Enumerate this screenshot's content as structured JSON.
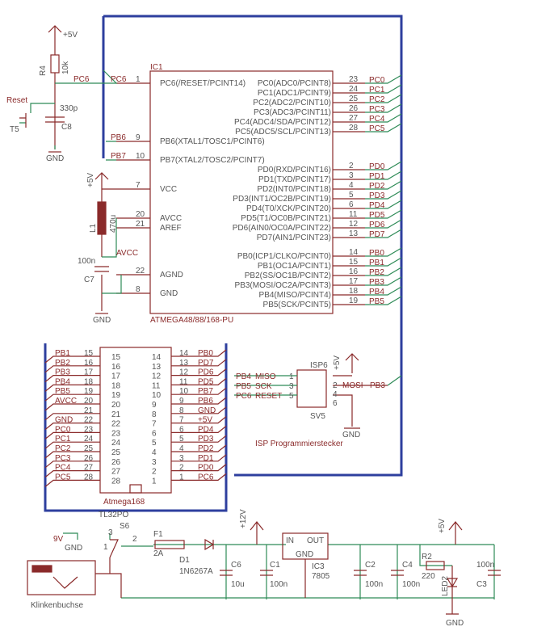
{
  "ic1": {
    "ref": "IC1",
    "part": "ATMEGA48/88/168-PU",
    "left_pins": [
      {
        "num": "1",
        "name": "PC6(/RESET/PCINT14)"
      },
      {
        "num": "9",
        "name": "PB6(XTAL1/TOSC1/PCINT6)"
      },
      {
        "num": "10",
        "name": "PB7(XTAL2/TOSC2/PCINT7)"
      },
      {
        "num": "7",
        "name": "VCC"
      },
      {
        "num": "20",
        "name": "AVCC"
      },
      {
        "num": "21",
        "name": "AREF"
      },
      {
        "num": "22",
        "name": "AGND"
      },
      {
        "num": "8",
        "name": "GND"
      }
    ],
    "right_pins": [
      {
        "num": "23",
        "name": "PC0(ADC0/PCINT8)",
        "net": "PC0"
      },
      {
        "num": "24",
        "name": "PC1(ADC1/PCINT9)",
        "net": "PC1"
      },
      {
        "num": "25",
        "name": "PC2(ADC2/PCINT10)",
        "net": "PC2"
      },
      {
        "num": "26",
        "name": "PC3(ADC3/PCINT11)",
        "net": "PC3"
      },
      {
        "num": "27",
        "name": "PC4(ADC4/SDA/PCINT12)",
        "net": "PC4"
      },
      {
        "num": "28",
        "name": "PC5(ADC5/SCL/PCINT13)",
        "net": "PC5"
      },
      {
        "num": "2",
        "name": "PD0(RXD/PCINT16)",
        "net": "PD0"
      },
      {
        "num": "3",
        "name": "PD1(TXD/PCINT17)",
        "net": "PD1"
      },
      {
        "num": "4",
        "name": "PD2(INT0/PCINT18)",
        "net": "PD2"
      },
      {
        "num": "5",
        "name": "PD3(INT1/OC2B/PCINT19)",
        "net": "PD3"
      },
      {
        "num": "6",
        "name": "PD4(T0/XCK/PCINT20)",
        "net": "PD4"
      },
      {
        "num": "11",
        "name": "PD5(T1/OC0B/PCINT21)",
        "net": "PD5"
      },
      {
        "num": "12",
        "name": "PD6(AIN0/OC0A/PCINT22)",
        "net": "PD6"
      },
      {
        "num": "13",
        "name": "PD7(AIN1/PCINT23)",
        "net": "PD7"
      },
      {
        "num": "14",
        "name": "PB0(ICP1/CLKO/PCINT0)",
        "net": "PB0"
      },
      {
        "num": "15",
        "name": "PB1(OC1A/PCINT1)",
        "net": "PB1"
      },
      {
        "num": "16",
        "name": "PB2(SS/OC1B/PCINT2)",
        "net": "PB2"
      },
      {
        "num": "17",
        "name": "PB3(MOSI/OC2A/PCINT3)",
        "net": "PB3"
      },
      {
        "num": "18",
        "name": "PB4(MISO/PCINT4)",
        "net": "PB4"
      },
      {
        "num": "19",
        "name": "PB5(SCK/PCINT5)",
        "net": "PB5"
      }
    ],
    "left_nets": {
      "pc6": "PC6",
      "pb6": "PB6",
      "pb7": "PB7"
    }
  },
  "reset": {
    "vcc": "+5V",
    "r_ref": "R4",
    "r_val": "10k",
    "c_ref": "C8",
    "c_val": "330p",
    "label": "Reset",
    "switch": "T5",
    "gnd": "GND",
    "net": "PC6"
  },
  "power_filter": {
    "vcc": "+5V",
    "l_ref": "L1",
    "l_val": "470u",
    "avcc": "AVCC",
    "c_ref": "C7",
    "c_val": "100n",
    "gnd": "GND"
  },
  "header": {
    "part": "Atmega168",
    "left_nets": [
      "PB1",
      "PB2",
      "PB3",
      "PB4",
      "PB5",
      "AVCC",
      "",
      "GND",
      "PC0",
      "PC1",
      "PC2",
      "PC3",
      "PC4",
      "PC5"
    ],
    "left_outer": [
      "15",
      "16",
      "17",
      "18",
      "19",
      "20",
      "21",
      "22",
      "23",
      "24",
      "25",
      "26",
      "27",
      "28"
    ],
    "left_inner": [
      "15",
      "16",
      "17",
      "18",
      "19",
      "20",
      "21",
      "22",
      "23",
      "24",
      "25",
      "26",
      "27",
      "28"
    ],
    "right_inner": [
      "14",
      "13",
      "12",
      "11",
      "10",
      "9",
      "8",
      "7",
      "6",
      "5",
      "4",
      "3",
      "2",
      "1"
    ],
    "right_outer": [
      "14",
      "13",
      "12",
      "11",
      "10",
      "9",
      "8",
      "7",
      "6",
      "5",
      "4",
      "3",
      "2",
      "1"
    ],
    "right_nets": [
      "PB0",
      "PD7",
      "PD6",
      "PD5",
      "PB7",
      "PB6",
      "GND",
      "+5V",
      "PD4",
      "PD3",
      "PD2",
      "PD1",
      "PD0",
      "PC6"
    ]
  },
  "isp": {
    "ref": "ISP6",
    "part": "SV5",
    "caption": "ISP Programmierstecker",
    "vcc": "+5V",
    "gnd": "GND",
    "left_nets": [
      "PB4",
      "PB5",
      "PC6"
    ],
    "left_signals": [
      "MISO",
      "SCK",
      "RESET"
    ],
    "left_pins": [
      "1",
      "3",
      "5"
    ],
    "right_pins": [
      "2",
      "4",
      "6"
    ],
    "right_signal": "MOSI",
    "right_net": "PB3"
  },
  "supply": {
    "in_label": "9V",
    "gnd": "GND",
    "switch_ref": "S6",
    "switch_part": "TL32PO",
    "sw_pins": [
      "3",
      "2",
      "1"
    ],
    "jack": "Klinkenbuchse",
    "fuse_ref": "F1",
    "fuse_val": "2A",
    "diode_ref": "D1",
    "diode_part": "1N6267A",
    "vin": "+12V",
    "c6_ref": "C6",
    "c6_val": "10u",
    "c1_ref": "C1",
    "c1_val": "100n",
    "reg_ref": "IC3",
    "reg_part": "7805",
    "reg_in": "IN",
    "reg_out": "OUT",
    "reg_gnd": "GND",
    "c2_ref": "C2",
    "c2_val": "100n",
    "c4_ref": "C4",
    "c4_val": "100n",
    "vout": "+5V",
    "r2_ref": "R2",
    "r2_val": "220",
    "led_ref": "LED2",
    "c3_ref": "C3",
    "c3_val": "100n",
    "gnd_out": "GND"
  }
}
